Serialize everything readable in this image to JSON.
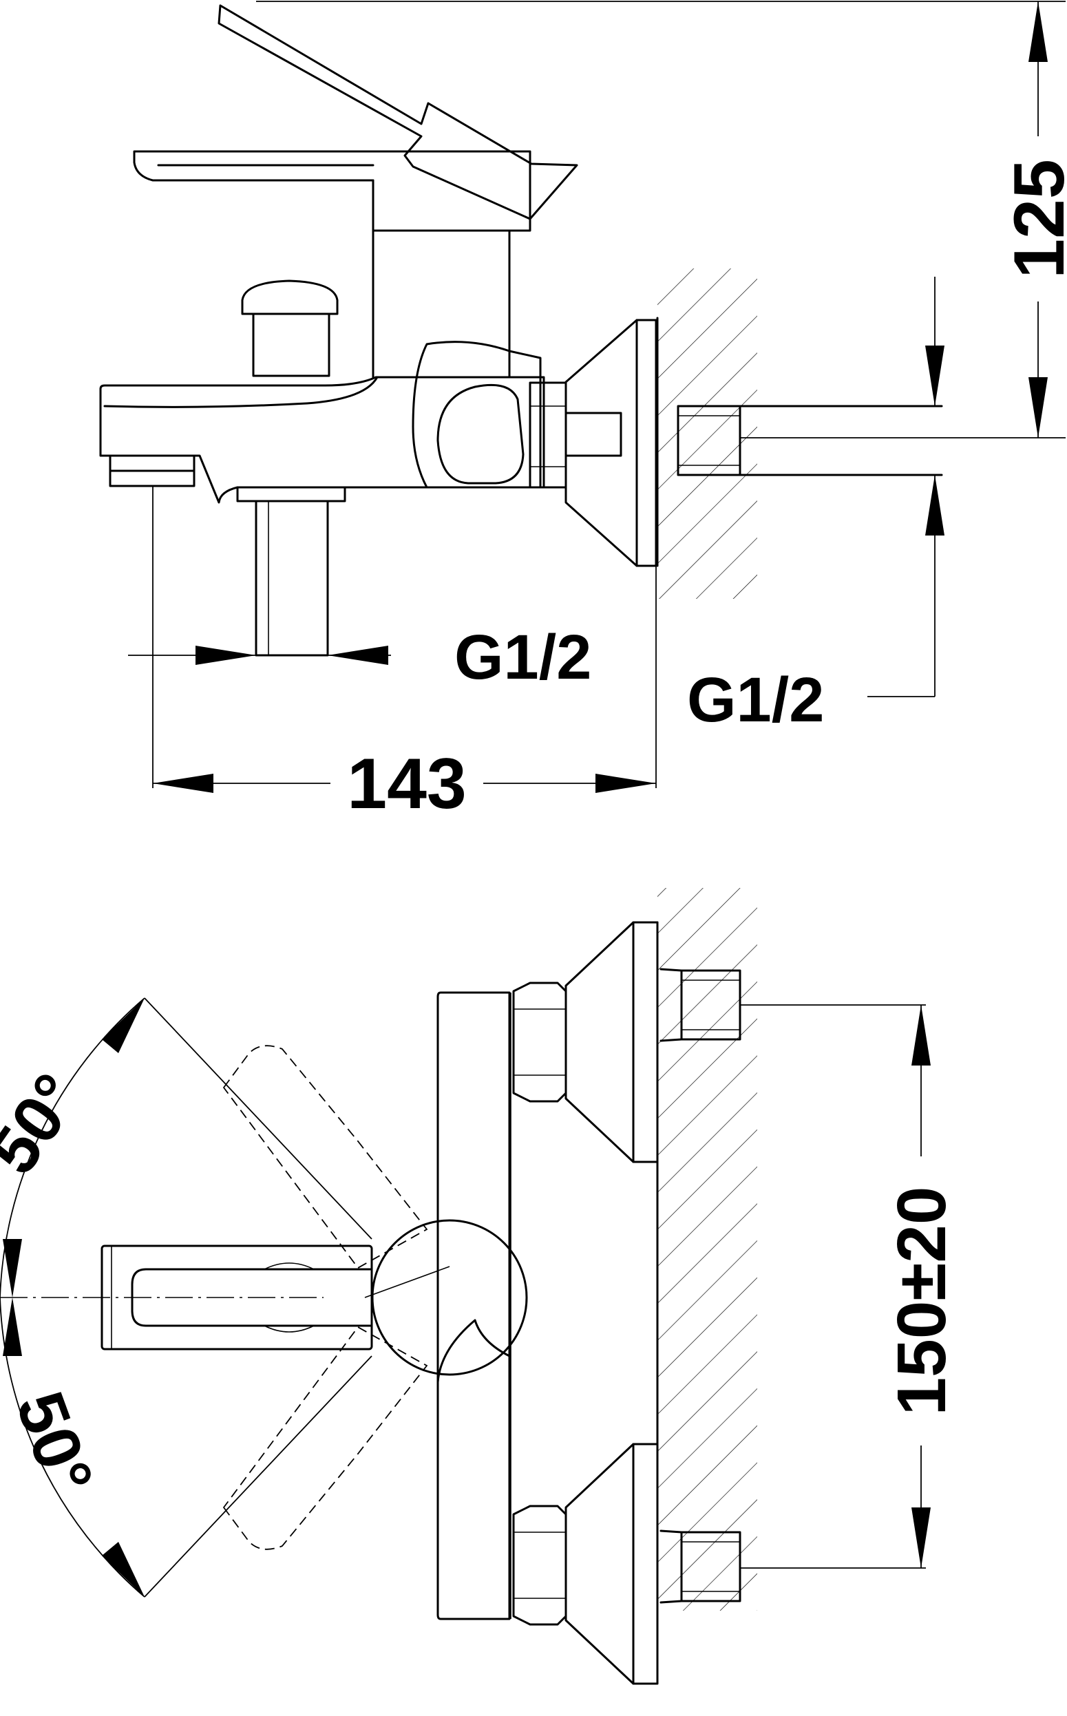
{
  "side_view": {
    "height_label": "125",
    "outlet_thread_label": "G1/2",
    "inlet_thread_label": "G1/2",
    "projection_label": "143"
  },
  "front_view": {
    "center_distance_label": "150±20",
    "upper_angle_label": "50°",
    "lower_angle_label": "50°"
  }
}
